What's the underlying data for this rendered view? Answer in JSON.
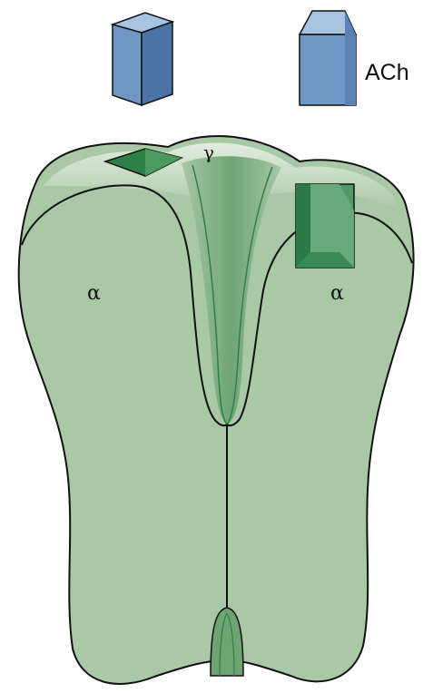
{
  "labels": {
    "ligand": "ACh",
    "gamma_subunit": "γ",
    "alpha_left": "α",
    "alpha_right": "α"
  },
  "colors": {
    "receptor_body": "#a9c8a6",
    "receptor_shadow": "#8ab586",
    "receptor_dark": "#5f9a66",
    "binding_site": "#2f7f48",
    "ach_front": "#6f97c6",
    "ach_side": "#4a73a6",
    "ach_top": "#a9c4e2",
    "outline": "#111111"
  },
  "icons": {
    "ach_molecule_left": "cube-icon",
    "ach_molecule_right": "cube-icon",
    "binding_site_left": "binding-pocket-icon",
    "binding_site_right": "binding-pocket-icon"
  }
}
